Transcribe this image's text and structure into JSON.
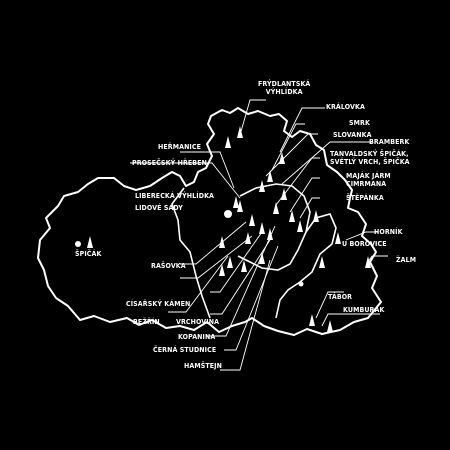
{
  "map": {
    "colors": {
      "background": "#000000",
      "ink": "#ffffff"
    },
    "labels": {
      "fridlantska_vyhlidka": [
        "FRÝDLANTSKÁ",
        "VÝHLÍDKA"
      ],
      "kralovka": "KRÁLOVKA",
      "hermanice": "HEŘMANICE",
      "smrk": "SMRK",
      "slovanka": "SLOVANKA",
      "bramberk": "BRAMBERK",
      "prosecsky_hreben": "PROSEČSKÝ HŘEBEN",
      "tanvaldsky_spicak": [
        "TANVALDSKÝ ŠPIČÁK,",
        "SVĚTLÝ VRCH, ŠPIČKA"
      ],
      "majak_jarm": [
        "MAJÁK JÁRM",
        "CIMRMANA"
      ],
      "liberecka_vyhlidka": "LIBERECKÁ VÝHLÍDKA",
      "lidove_sady": "LIDOVÉ SADY",
      "stepanka": "ŠTĚPÁNKA",
      "spicak": "ŠPIČÁK",
      "hornik": "HORNÍK",
      "u_borovice": "U BOROVICE",
      "zalm": "ŽALM",
      "rasovka": "RAŠOVKA",
      "cisarsky_kamen": "CÍSAŘSKÝ KÁMEN",
      "bezrin": "BEŽŘÍN",
      "vrchovina": "VRCHOVINA",
      "kopanina": "KOPANINA",
      "cerna_studnice": "ČERNÁ STUDNICE",
      "hamstejn": "HAMŠTEJN",
      "tabor": "TÁBOR",
      "kumburak": "KUMBURÁK"
    }
  }
}
